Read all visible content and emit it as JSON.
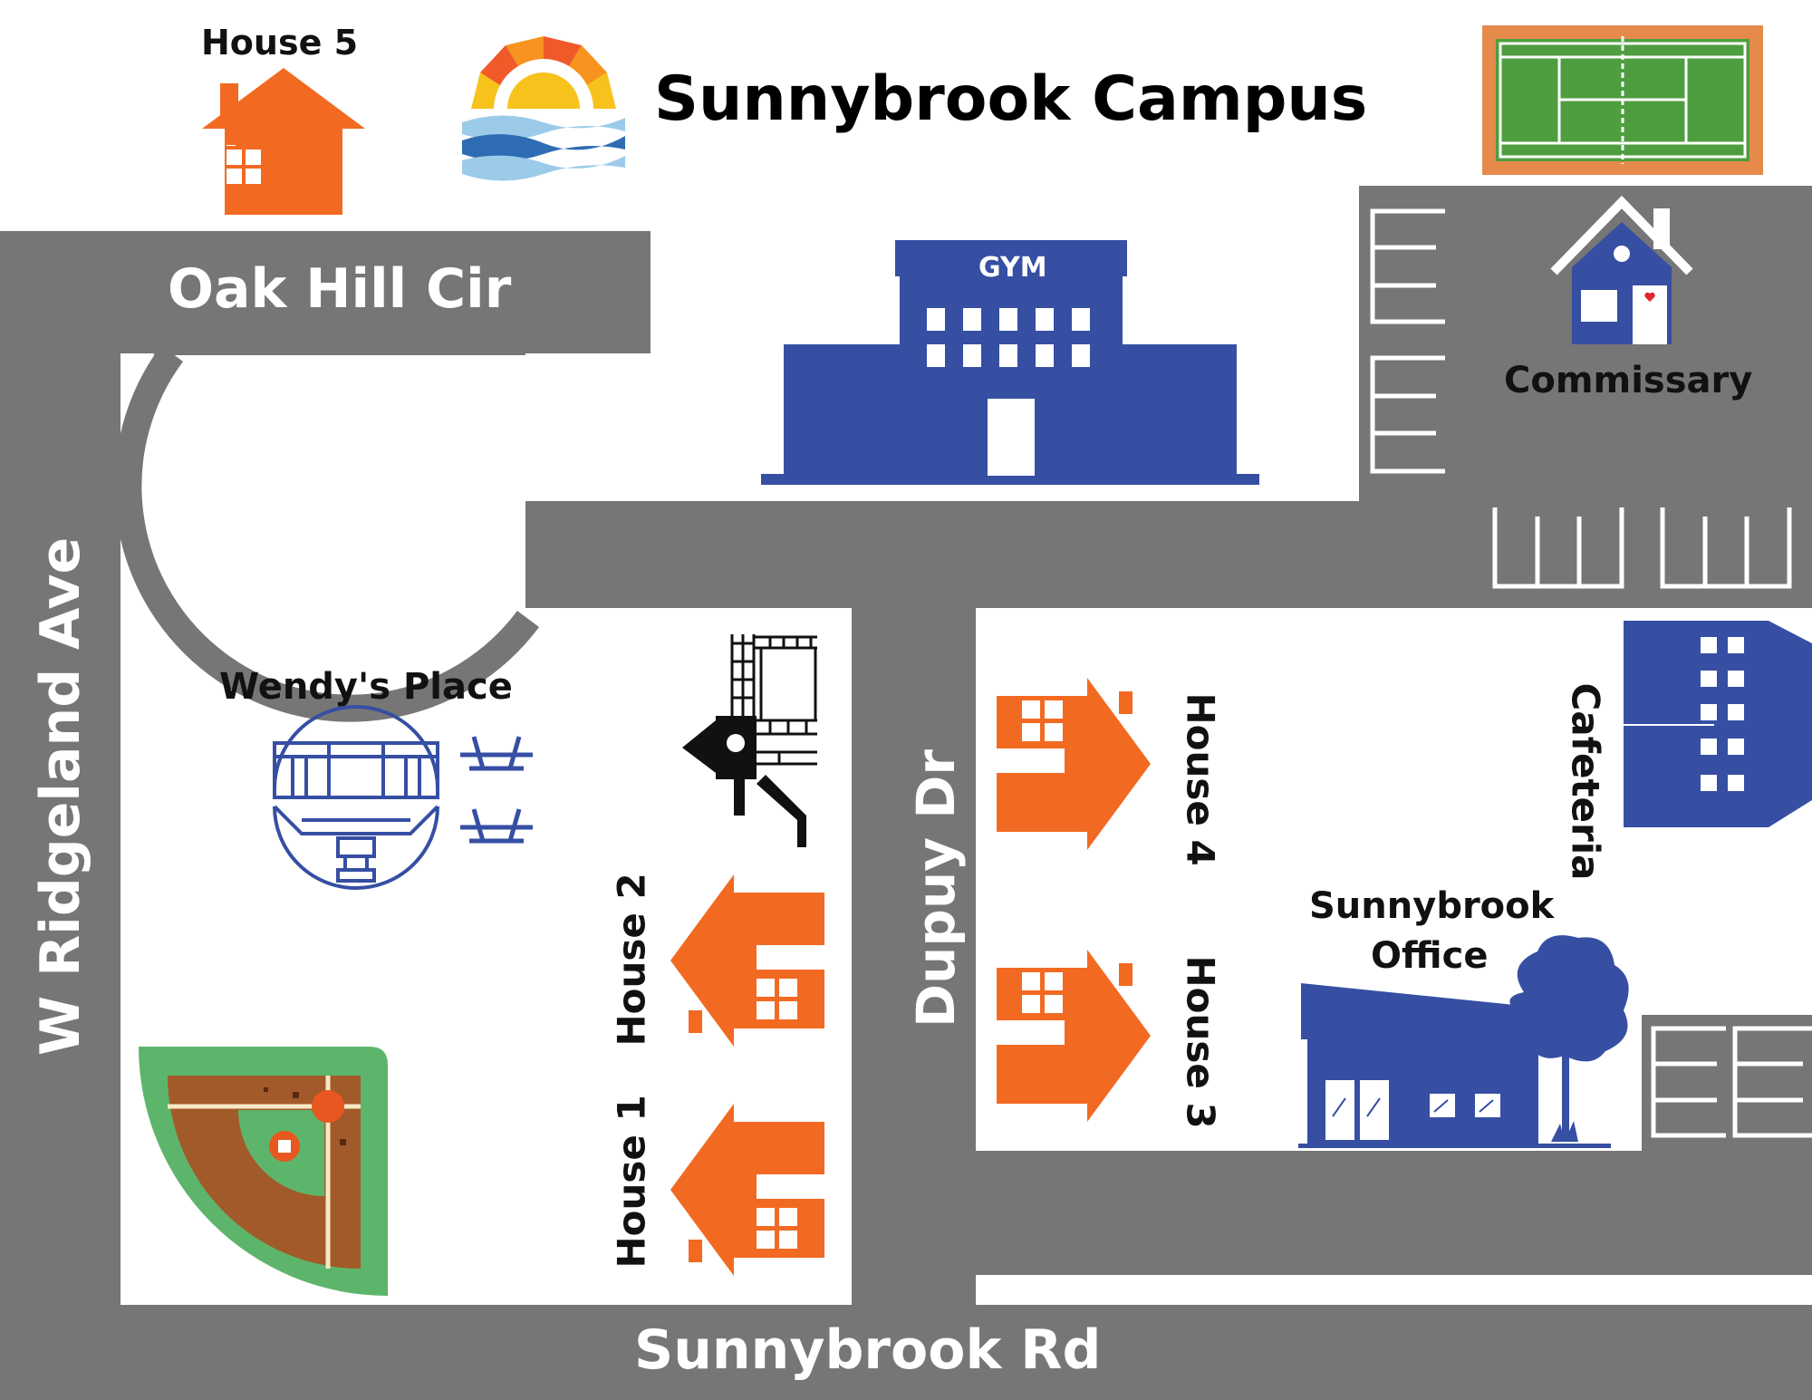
{
  "map": {
    "title": "Sunnybrook Campus",
    "colors": {
      "road": "#767676",
      "house": "#F26A22",
      "building": "#364FA3",
      "grass": "#5DB56B",
      "court_green": "#4E9E3F",
      "court_border": "#E58A4B",
      "dirt": "#A35A2A"
    },
    "roads": {
      "oak_hill": "Oak Hill Cir",
      "ridgeland": "W Ridgeland Ave",
      "dupuy": "Dupuy Dr",
      "sunnybrook_rd": "Sunnybrook Rd"
    },
    "places": {
      "house5": "House 5",
      "gym": "GYM",
      "commissary": "Commissary",
      "wendys": "Wendy's Place",
      "house1": "House 1",
      "house2": "House 2",
      "house3": "House 3",
      "house4": "House 4",
      "cafeteria": "Cafeteria",
      "office_line1": "Sunnybrook",
      "office_line2": "Office"
    },
    "icons": [
      "sun-logo-icon",
      "house-icon",
      "gym-building-icon",
      "commissary-house-icon",
      "heart-icon",
      "tennis-court-icon",
      "parking-lot-icon",
      "gazebo-icon",
      "picnic-table-icon",
      "playground-icon",
      "baseball-field-icon",
      "cafeteria-building-icon",
      "office-building-icon",
      "tree-icon"
    ]
  }
}
